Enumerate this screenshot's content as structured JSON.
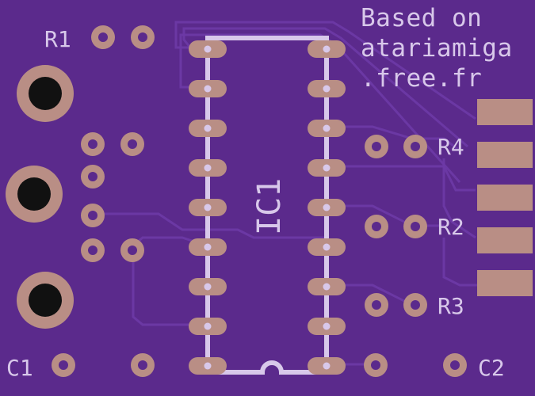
{
  "credit": {
    "line1": "Based on",
    "line2": "atariamiga",
    "line3": ".free.fr"
  },
  "ic": {
    "label": "IC1",
    "pins_per_side": 9
  },
  "components": {
    "r1": "R1",
    "r2": "R2",
    "r3": "R3",
    "r4": "R4",
    "c1": "C1",
    "c2": "C2"
  },
  "edge_connector": {
    "finger_count": 5
  },
  "colors": {
    "board": "#5b2a8c",
    "trace": "#6d3aa6",
    "copper": "#b98e85",
    "drill": "#111111",
    "silkscreen": "#d8c8ea"
  }
}
